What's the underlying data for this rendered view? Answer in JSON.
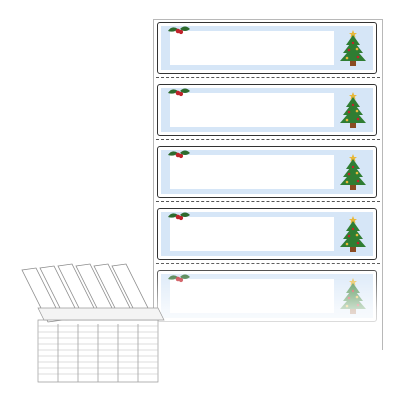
{
  "image": {
    "description_text": "",
    "labels": [
      {
        "id": "label-1"
      },
      {
        "id": "label-2"
      },
      {
        "id": "label-3"
      },
      {
        "id": "label-4"
      },
      {
        "id": "label-5"
      }
    ],
    "decoration": {
      "left_icon": "holly-icon",
      "right_icon": "christmas-tree-icon"
    },
    "colors": {
      "frame_blue": "#d6e6f7",
      "border": "#333333",
      "holly_green": "#2e6b2e",
      "berry_red": "#c0242b",
      "tree_green": "#2f7d32"
    }
  }
}
